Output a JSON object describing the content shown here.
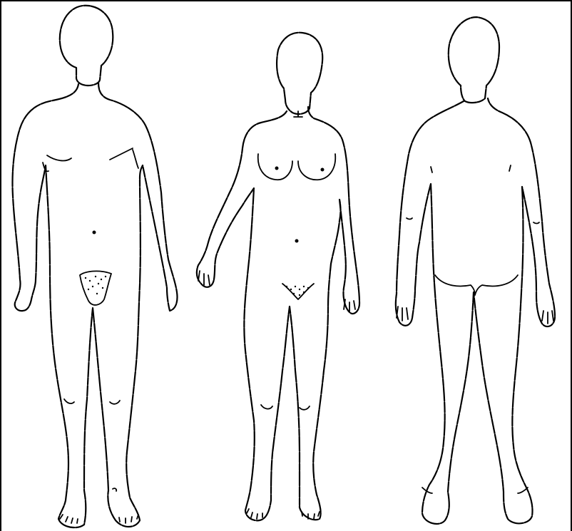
{
  "diagram": {
    "figures": [
      {
        "id": "male-front",
        "view": "front"
      },
      {
        "id": "female-front",
        "view": "front"
      },
      {
        "id": "body-back",
        "view": "back"
      }
    ],
    "line_color": "#000000",
    "background": "#ffffff"
  }
}
